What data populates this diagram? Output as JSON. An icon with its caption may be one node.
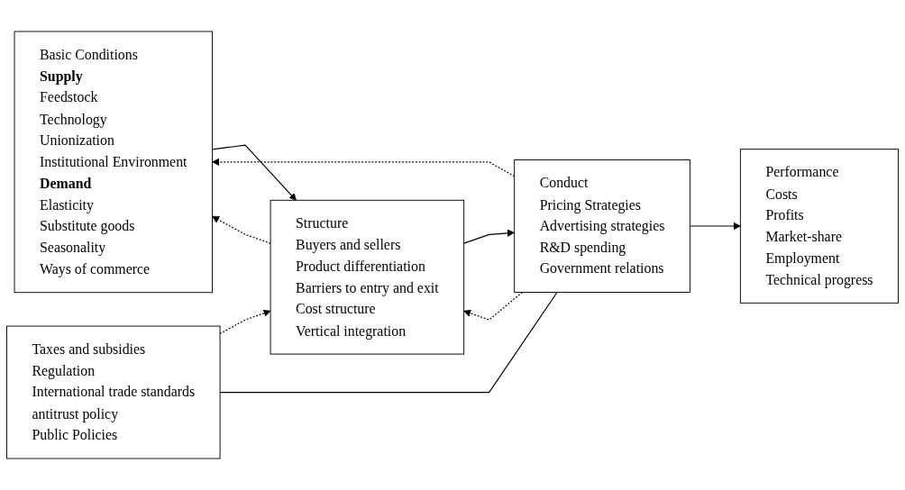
{
  "diagram": {
    "nodes": [
      {
        "text": [
          "Basic Conditions",
          "Supply",
          "Feedstock",
          "Technology",
          "Unionization",
          "Institutional Environment",
          "Demand",
          "Elasticity",
          "Substitute goods",
          "Seasonality",
          "Ways of commerce"
        ]
      },
      {
        "text": [
          "Structure",
          "Buyers and sellers",
          "Product differentiation",
          "Barriers to entry and exit",
          "Cost structure",
          "Vertical integration"
        ]
      },
      {
        "text": [
          "Conduct",
          "Pricing Strategies",
          "Advertising strategies",
          "R&D spending",
          "Government relations"
        ]
      },
      {
        "text": [
          "Performance",
          "Costs",
          "Profits",
          "Market-share",
          "Employment",
          "Technical progress"
        ]
      },
      {
        "text": [
          "Taxes and subsidies",
          "Regulation",
          "International trade standards",
          "antitrust policy",
          "Public Policies"
        ]
      }
    ],
    "edges": [
      {
        "from": 0,
        "to": 1,
        "arrow": "to"
      },
      {
        "from": 1,
        "to": 2,
        "arrow": "to"
      },
      {
        "from": 2,
        "to": 3,
        "arrow": "to"
      },
      {
        "from": 1,
        "to": 0,
        "arrow": "to",
        "style": "dashed"
      },
      {
        "from": 2,
        "to": 1,
        "arrow": "to",
        "style": "dashed"
      },
      {
        "from": 2,
        "to": 0,
        "arrow": "to",
        "style": "dashed"
      },
      {
        "from": 4,
        "to": 1,
        "arrow": "to",
        "style": "dashed"
      },
      {
        "from": 4,
        "to": 2,
        "arrow": "none"
      }
    ]
  }
}
